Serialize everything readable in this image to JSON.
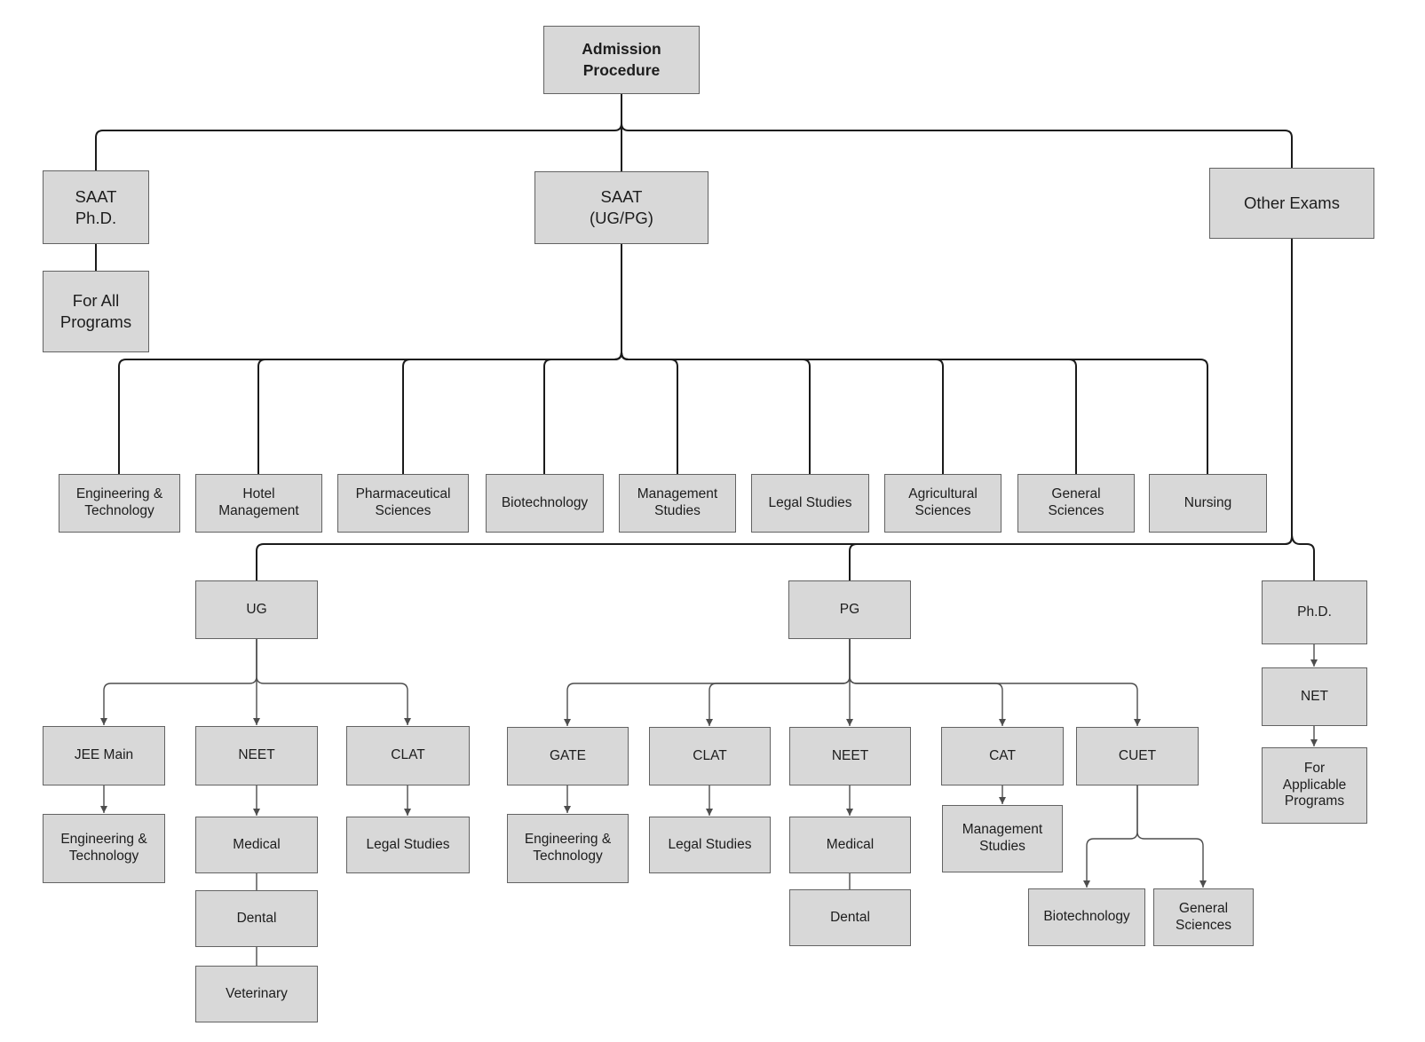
{
  "diagram": {
    "title": "Admission Procedure",
    "colors": {
      "background": "#ffffff",
      "box_fill": "#d8d8d8",
      "box_border": "#636363",
      "primary_line": "#1b1b1b",
      "secondary_line": "#4d4d4d",
      "text": "#1d1d1d"
    },
    "nodes": {
      "admission": {
        "label": "Admission\nProcedure"
      },
      "saat_phd": {
        "label": "SAAT\nPh.D."
      },
      "saat_ugpg": {
        "label": "SAAT\n(UG/PG)"
      },
      "other_exams": {
        "label": "Other Exams"
      },
      "for_all_programs": {
        "label": "For All\nPrograms"
      },
      "eng_tech_saat": {
        "label": "Engineering &\nTechnology"
      },
      "hotel_mgmt": {
        "label": "Hotel\nManagement"
      },
      "pharm_sci": {
        "label": "Pharmaceutical\nSciences"
      },
      "biotech_saat": {
        "label": "Biotechnology"
      },
      "mgmt_saat": {
        "label": "Management\nStudies"
      },
      "legal_saat": {
        "label": "Legal Studies"
      },
      "agri_sci": {
        "label": "Agricultural\nSciences"
      },
      "gen_sci_saat": {
        "label": "General\nSciences"
      },
      "nursing": {
        "label": "Nursing"
      },
      "ug": {
        "label": "UG"
      },
      "pg": {
        "label": "PG"
      },
      "phd": {
        "label": "Ph.D."
      },
      "jee_main": {
        "label": "JEE Main"
      },
      "neet_ug": {
        "label": "NEET"
      },
      "clat_ug": {
        "label": "CLAT"
      },
      "eng_tech_jee": {
        "label": "Engineering &\nTechnology"
      },
      "medical_ug": {
        "label": "Medical"
      },
      "legal_ug": {
        "label": "Legal Studies"
      },
      "dental_ug": {
        "label": "Dental"
      },
      "veterinary": {
        "label": "Veterinary"
      },
      "gate": {
        "label": "GATE"
      },
      "clat_pg": {
        "label": "CLAT"
      },
      "neet_pg": {
        "label": "NEET"
      },
      "cat": {
        "label": "CAT"
      },
      "cuet": {
        "label": "CUET"
      },
      "eng_tech_gate": {
        "label": "Engineering &\nTechnology"
      },
      "legal_pg": {
        "label": "Legal Studies"
      },
      "medical_pg": {
        "label": "Medical"
      },
      "mgmt_cat": {
        "label": "Management\nStudies"
      },
      "dental_pg": {
        "label": "Dental"
      },
      "biotech_cuet": {
        "label": "Biotechnology"
      },
      "gen_sci_cuet": {
        "label": "General\nSciences"
      },
      "net": {
        "label": "NET"
      },
      "for_applicable": {
        "label": "For\nApplicable\nPrograms"
      }
    },
    "edges": [
      {
        "from": "admission",
        "to": "saat_phd",
        "arrow": false
      },
      {
        "from": "admission",
        "to": "saat_ugpg",
        "arrow": false
      },
      {
        "from": "admission",
        "to": "other_exams",
        "arrow": false
      },
      {
        "from": "saat_phd",
        "to": "for_all_programs",
        "arrow": false
      },
      {
        "from": "saat_ugpg",
        "to": "eng_tech_saat",
        "arrow": false
      },
      {
        "from": "saat_ugpg",
        "to": "hotel_mgmt",
        "arrow": false
      },
      {
        "from": "saat_ugpg",
        "to": "pharm_sci",
        "arrow": false
      },
      {
        "from": "saat_ugpg",
        "to": "biotech_saat",
        "arrow": false
      },
      {
        "from": "saat_ugpg",
        "to": "mgmt_saat",
        "arrow": false
      },
      {
        "from": "saat_ugpg",
        "to": "legal_saat",
        "arrow": false
      },
      {
        "from": "saat_ugpg",
        "to": "agri_sci",
        "arrow": false
      },
      {
        "from": "saat_ugpg",
        "to": "gen_sci_saat",
        "arrow": false
      },
      {
        "from": "saat_ugpg",
        "to": "nursing",
        "arrow": false
      },
      {
        "from": "other_exams",
        "to": "ug",
        "arrow": false
      },
      {
        "from": "other_exams",
        "to": "pg",
        "arrow": false
      },
      {
        "from": "other_exams",
        "to": "phd",
        "arrow": false
      },
      {
        "from": "ug",
        "to": "jee_main",
        "arrow": true
      },
      {
        "from": "ug",
        "to": "neet_ug",
        "arrow": true
      },
      {
        "from": "ug",
        "to": "clat_ug",
        "arrow": true
      },
      {
        "from": "jee_main",
        "to": "eng_tech_jee",
        "arrow": true
      },
      {
        "from": "neet_ug",
        "to": "medical_ug",
        "arrow": true
      },
      {
        "from": "clat_ug",
        "to": "legal_ug",
        "arrow": true
      },
      {
        "from": "medical_ug",
        "to": "dental_ug",
        "arrow": false
      },
      {
        "from": "dental_ug",
        "to": "veterinary",
        "arrow": false
      },
      {
        "from": "pg",
        "to": "gate",
        "arrow": true
      },
      {
        "from": "pg",
        "to": "clat_pg",
        "arrow": true
      },
      {
        "from": "pg",
        "to": "neet_pg",
        "arrow": true
      },
      {
        "from": "pg",
        "to": "cat",
        "arrow": true
      },
      {
        "from": "pg",
        "to": "cuet",
        "arrow": true
      },
      {
        "from": "gate",
        "to": "eng_tech_gate",
        "arrow": true
      },
      {
        "from": "clat_pg",
        "to": "legal_pg",
        "arrow": true
      },
      {
        "from": "neet_pg",
        "to": "medical_pg",
        "arrow": true
      },
      {
        "from": "cat",
        "to": "mgmt_cat",
        "arrow": true
      },
      {
        "from": "medical_pg",
        "to": "dental_pg",
        "arrow": false
      },
      {
        "from": "cuet",
        "to": "biotech_cuet",
        "arrow": true
      },
      {
        "from": "cuet",
        "to": "gen_sci_cuet",
        "arrow": true
      },
      {
        "from": "phd",
        "to": "net",
        "arrow": true
      },
      {
        "from": "net",
        "to": "for_applicable",
        "arrow": true
      }
    ]
  }
}
